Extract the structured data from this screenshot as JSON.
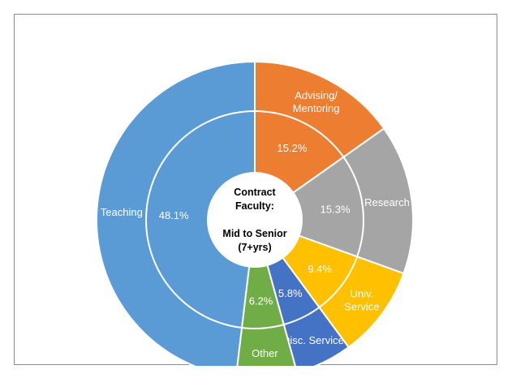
{
  "chart_data": {
    "type": "pie",
    "center_text": [
      "Contract",
      "Faculty:",
      "",
      "Mid to Senior",
      "(7+yrs)"
    ],
    "segments": [
      {
        "name": "Advising/ Mentoring",
        "name_lines": [
          "Advising/",
          "Mentoring"
        ],
        "value": 15.2,
        "label": "15.2%",
        "color": "#ED7D31"
      },
      {
        "name": "Research",
        "name_lines": [
          "Research"
        ],
        "value": 15.3,
        "label": "15.3%",
        "color": "#A5A5A5"
      },
      {
        "name": "Univ. Service",
        "name_lines": [
          "Univ.",
          "Service"
        ],
        "value": 9.4,
        "label": "9.4%",
        "color": "#FFC000"
      },
      {
        "name": "Disc. Service",
        "name_lines": [
          "Disc. Service"
        ],
        "value": 5.8,
        "label": "5.8%",
        "color": "#4472C4"
      },
      {
        "name": "Other",
        "name_lines": [
          "Other"
        ],
        "value": 6.2,
        "label": "6.2%",
        "color": "#70AD47"
      },
      {
        "name": "Teaching",
        "name_lines": [
          "Teaching"
        ],
        "value": 48.1,
        "label": "48.1%",
        "color": "#5B9BD5"
      }
    ]
  }
}
